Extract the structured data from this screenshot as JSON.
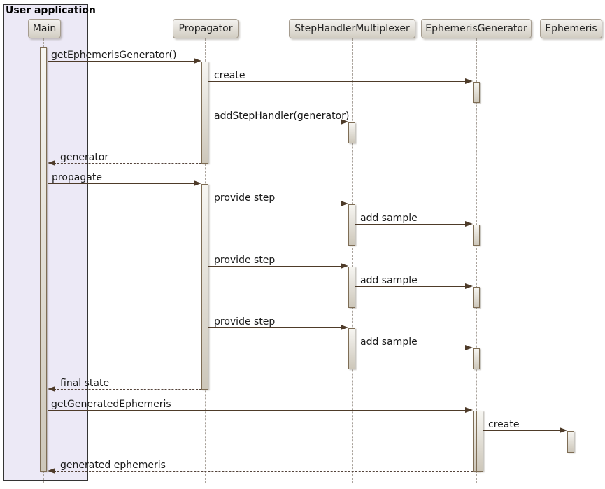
{
  "diagram": {
    "type": "uml-sequence",
    "frame": {
      "title": "User application"
    },
    "participants": [
      {
        "id": "main",
        "label": "Main",
        "in_frame": true
      },
      {
        "id": "propagator",
        "label": "Propagator",
        "in_frame": false
      },
      {
        "id": "step_handler_multiplexer",
        "label": "StepHandlerMultiplexer",
        "in_frame": false
      },
      {
        "id": "ephemeris_generator",
        "label": "EphemerisGenerator",
        "in_frame": false
      },
      {
        "id": "ephemeris",
        "label": "Ephemeris",
        "in_frame": false
      }
    ],
    "messages": [
      {
        "label": "getEphemerisGenerator()",
        "from": "main",
        "to": "propagator",
        "style": "solid"
      },
      {
        "label": "create",
        "from": "propagator",
        "to": "ephemeris_generator",
        "style": "solid"
      },
      {
        "label": "addStepHandler(generator)",
        "from": "propagator",
        "to": "step_handler_multiplexer",
        "style": "solid"
      },
      {
        "label": "generator",
        "from": "propagator",
        "to": "main",
        "style": "dashed"
      },
      {
        "label": "propagate",
        "from": "main",
        "to": "propagator",
        "style": "solid"
      },
      {
        "label": "provide step",
        "from": "propagator",
        "to": "step_handler_multiplexer",
        "style": "solid"
      },
      {
        "label": "add sample",
        "from": "step_handler_multiplexer",
        "to": "ephemeris_generator",
        "style": "solid"
      },
      {
        "label": "provide step",
        "from": "propagator",
        "to": "step_handler_multiplexer",
        "style": "solid"
      },
      {
        "label": "add sample",
        "from": "step_handler_multiplexer",
        "to": "ephemeris_generator",
        "style": "solid"
      },
      {
        "label": "provide step",
        "from": "propagator",
        "to": "step_handler_multiplexer",
        "style": "solid"
      },
      {
        "label": "add sample",
        "from": "step_handler_multiplexer",
        "to": "ephemeris_generator",
        "style": "solid"
      },
      {
        "label": "final state",
        "from": "propagator",
        "to": "main",
        "style": "dashed"
      },
      {
        "label": "getGeneratedEphemeris",
        "from": "main",
        "to": "ephemeris_generator",
        "style": "solid"
      },
      {
        "label": "create",
        "from": "ephemeris_generator",
        "to": "ephemeris",
        "style": "solid"
      },
      {
        "label": "generated ephemeris",
        "from": "ephemeris_generator",
        "to": "main",
        "style": "dashed"
      }
    ],
    "colors": {
      "frame_fill": "#ECE9F6",
      "frame_border": "#333333",
      "participant_fill_top": "#F4F3F0",
      "participant_fill_bottom": "#D2CDC2",
      "participant_border": "#A59C8F",
      "activation_fill_top": "#F7F6F2",
      "activation_fill_bottom": "#CDC7BA",
      "activation_border": "#7E6D55",
      "arrow": "#4E3B29",
      "lifeline": "#A9A29B",
      "background": "#FFFFFF"
    }
  }
}
